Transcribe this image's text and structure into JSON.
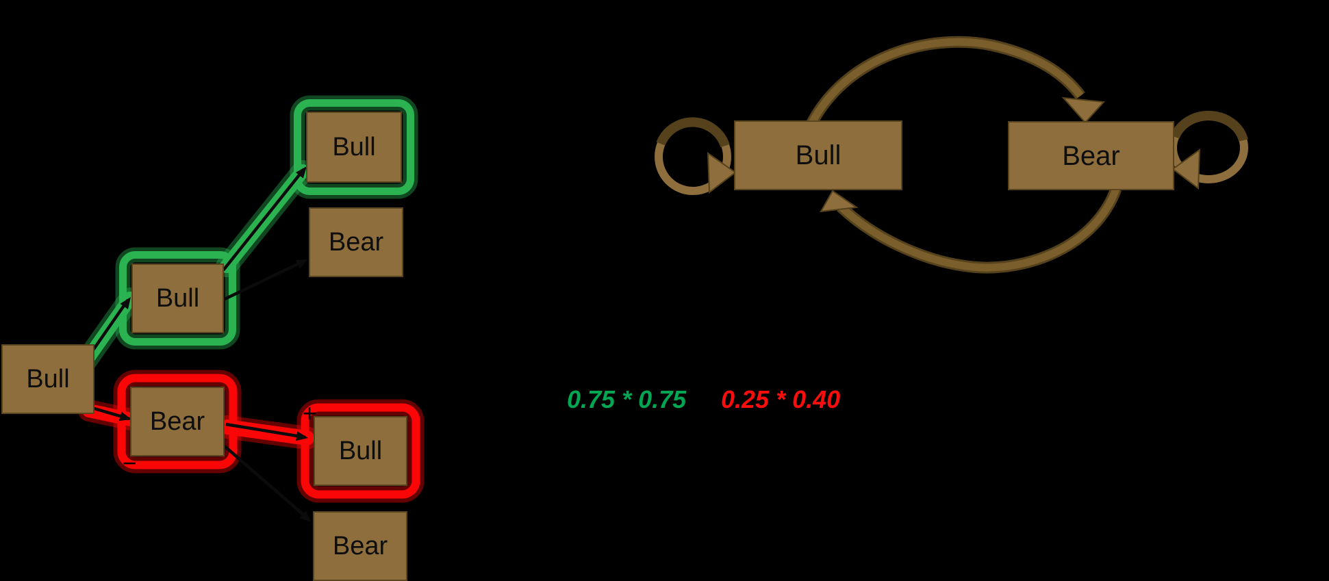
{
  "diagram": {
    "background_color": "#000000",
    "scenario_tree": {
      "description_colors": {
        "node_fill": "#8d6e3c",
        "node_border": "#5a461e",
        "green_highlight": "#2bb251",
        "red_highlight": "#fb0606",
        "edge_line": "#0b0b0b"
      },
      "nodes": [
        {
          "id": "root-bull",
          "label": "Bull",
          "highlight": "none"
        },
        {
          "id": "step1-bull",
          "label": "Bull",
          "highlight": "green"
        },
        {
          "id": "step2-bull",
          "label": "Bull",
          "highlight": "green"
        },
        {
          "id": "step2-bear-top",
          "label": "Bear",
          "highlight": "none"
        },
        {
          "id": "step1-bear",
          "label": "Bear",
          "highlight": "red"
        },
        {
          "id": "step2-bull-red",
          "label": "Bull",
          "highlight": "red"
        },
        {
          "id": "step2-bear-bottom",
          "label": "Bear",
          "highlight": "none"
        }
      ],
      "edge_signs": {
        "plus": "+",
        "minus": "−"
      }
    },
    "annotations": {
      "green_product": "0.75 * 0.75",
      "red_product": "0.25 * 0.40",
      "green_color": "#00a651",
      "red_color": "#f90d0d"
    },
    "markov_chain": {
      "arrow_colors": {
        "body": "#7a5f2c",
        "dark_edge": "#55421c",
        "light": "#8d6e3c"
      },
      "nodes": [
        {
          "id": "bull",
          "label": "Bull"
        },
        {
          "id": "bear",
          "label": "Bear"
        }
      ]
    }
  }
}
